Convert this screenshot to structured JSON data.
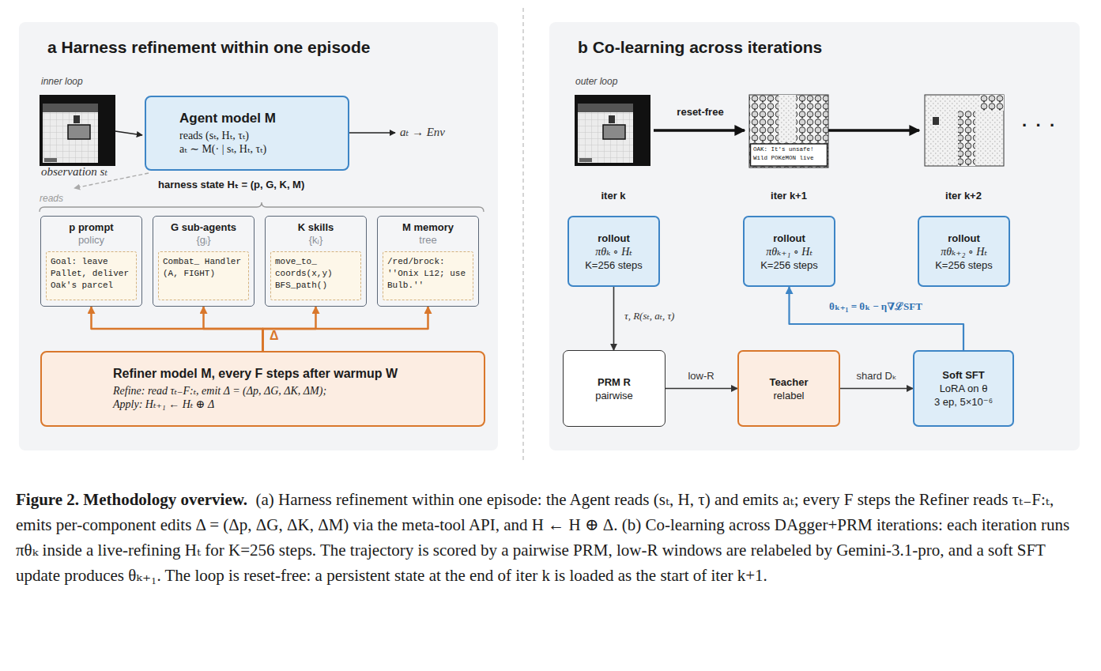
{
  "diagram": {
    "title": "Figure 2. Methodology overview.",
    "caption": "(a) Harness refinement within one episode: the Agent reads (sₜ, H, τ) and emits aₜ; every F steps the Refiner reads τₜ₋F:ₜ, emits per-component edits Δ = (Δp, ΔG, ΔK, ΔM) via the meta-tool API, and H ← H ⊕ Δ. (b) Co-learning across DAgger+PRM iterations: each iteration runs πθₖ inside a live-refining Hₜ for K=256 steps. The trajectory is scored by a pairwise PRM, low-R windows are relabeled by Gemini-3.1-pro, and a soft SFT update produces θₖ₊₁. The loop is reset-free: a persistent state at the end of iter k is loaded as the start of iter k+1.",
    "nodes": [
      {
        "text": [
          "a  Harness refinement within one episode"
        ]
      },
      {
        "text": [
          "Agent model M",
          "reads (sₜ, Hₜ, τₜ)",
          "aₜ ∼ M(· | sₜ, Hₜ, τₜ)"
        ],
        "in": 0
      },
      {
        "text": [
          "p prompt",
          "policy"
        ],
        "in": 0
      },
      {
        "text": [
          "Goal: leave Pallet, deliver Oak's parcel"
        ],
        "in": 2
      },
      {
        "text": [
          "G sub-agents",
          "{gᵢ}"
        ],
        "in": 0
      },
      {
        "text": [
          "Combat_ Handler (A, FIGHT)"
        ],
        "in": 4
      },
      {
        "text": [
          "K skills",
          "{kⱼ}"
        ],
        "in": 0
      },
      {
        "text": [
          "move_to_ coords(x,y) BFS_path()"
        ],
        "in": 6
      },
      {
        "text": [
          "M memory",
          "tree"
        ],
        "in": 0
      },
      {
        "text": [
          "/red/brock: ''Onix L12; use Bulb.''"
        ],
        "in": 8
      },
      {
        "text": [
          "Refiner model M, every F steps after warmup W",
          "Refine: read τₜ₋F:ₜ, emit Δ = (Δp, ΔG, ΔK, ΔM);",
          "Apply: Hₜ₊₁ ← Hₜ ⊕ Δ"
        ],
        "in": 0
      },
      {
        "text": [
          "b  Co-learning across iterations"
        ]
      },
      {
        "text": [
          "rollout",
          "πθₖ ∘ Hₜ",
          "K=256 steps"
        ],
        "in": 11
      },
      {
        "text": [
          "rollout",
          "πθₖ₊₁ ∘ Hₜ",
          "K=256 steps"
        ],
        "in": 11
      },
      {
        "text": [
          "rollout",
          "πθₖ₊₂ ∘ Hₜ",
          "K=256 steps"
        ],
        "in": 11
      },
      {
        "text": [
          "PRM R",
          "pairwise"
        ],
        "in": 11
      },
      {
        "text": [
          "Teacher",
          "relabel"
        ],
        "in": 11
      },
      {
        "text": [
          "Soft SFT",
          "LoRA on θ",
          "3 ep, 5×10⁻⁶"
        ],
        "in": 11
      }
    ],
    "edges": [
      {
        "from": 10,
        "to": 2,
        "arrow": "to"
      },
      {
        "from": 10,
        "to": 4,
        "arrow": "to"
      },
      {
        "from": 10,
        "to": 6,
        "arrow": "to"
      },
      {
        "from": 10,
        "to": 8,
        "arrow": "to"
      },
      {
        "from": 12,
        "to": 15,
        "arrow": "to",
        "label": "τ, R(sₜ, aₜ, τ)"
      },
      {
        "from": 15,
        "to": 16,
        "arrow": "to",
        "label": "low-R"
      },
      {
        "from": 16,
        "to": 17,
        "arrow": "to",
        "label": "shard Dₖ"
      },
      {
        "from": 17,
        "to": 13,
        "arrow": "to",
        "label": "θₖ₊₁ = θₖ − η∇ℒSFT"
      }
    ],
    "labels": [
      "inner loop",
      "aₜ → Env",
      "observation sₜ",
      "harness state Hₜ = (p, G, K, M)",
      "reads",
      "Δ",
      "outer loop",
      "reset-free",
      "OAK: It's unsafe!",
      "Wild POKéMON live",
      "· · ·",
      "iter k",
      "iter k+1",
      "iter k+2"
    ]
  }
}
